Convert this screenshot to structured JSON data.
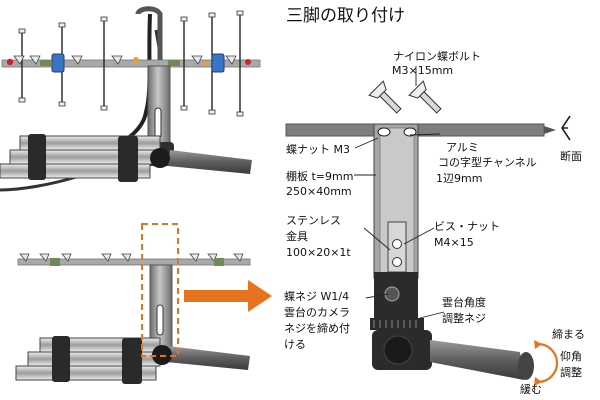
{
  "title": "三脚の取り付け",
  "labels": {
    "nylon_bolt_1": "ナイロン蝶ボルト",
    "nylon_bolt_2": "M3×15mm",
    "wing_nut": "蝶ナット M3",
    "aluminum_1": "アルミ",
    "aluminum_2": "コの字型チャンネル",
    "aluminum_3": "1辺9mm",
    "cross_section": "断面",
    "shelf_1": "棚板 t=9mm",
    "shelf_2": "250×40mm",
    "stainless_1": "ステンレス",
    "stainless_2": "金具",
    "stainless_3": "100×20×1t",
    "screw_nut_1": "ビス・ナット",
    "screw_nut_2": "M4×15",
    "wing_screw_1": "蝶ネジ W1/4",
    "wing_screw_2": "雲台のカメラ",
    "wing_screw_3": "ネジを締め付",
    "wing_screw_4": "ける",
    "angle_adj_1": "雲台角度",
    "angle_adj_2": "調整ネジ",
    "tighten": "締まる",
    "loosen": "緩む",
    "elev_adj_1": "仰角",
    "elev_adj_2": "調整"
  },
  "colors": {
    "arrow": "#e8731e",
    "insulator_blue": "#3a74c4",
    "feed_point": "#e8a02e",
    "bolt_red": "#d42020",
    "dashed_box": "#e8731e",
    "boom_gray": "#9a9a9a",
    "element_bar": "#6f8a55"
  },
  "icons": [
    "big-orange-arrow-icon",
    "rotation-arrow-icon",
    "channel-cross-section-icon"
  ]
}
